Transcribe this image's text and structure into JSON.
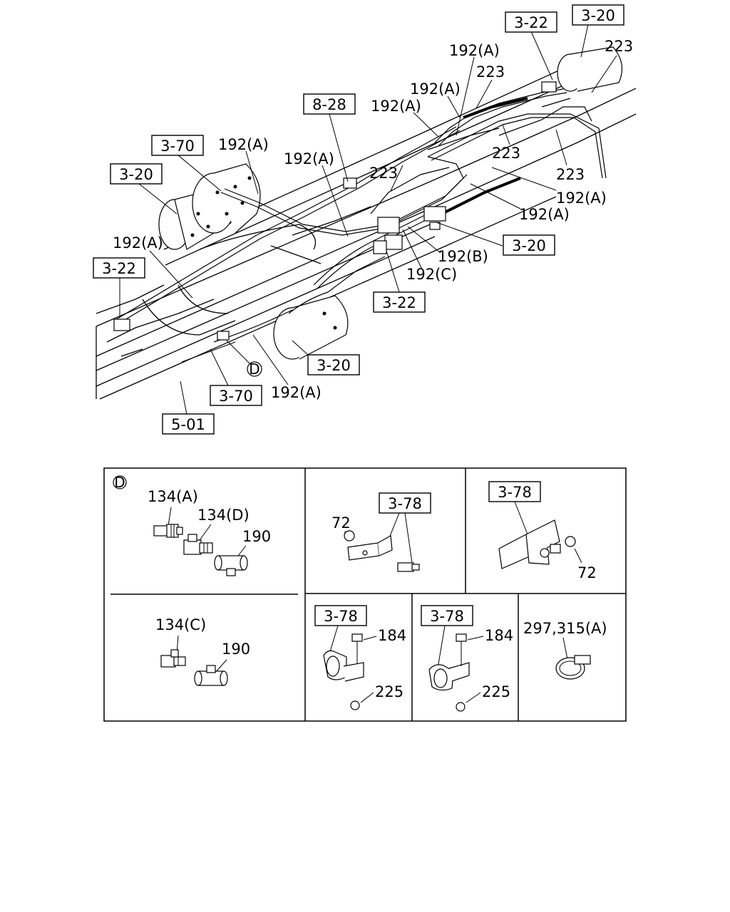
{
  "diagram": {
    "main_refs": {
      "ref_3_22_top": "3-22",
      "ref_3_20_top": "3-20",
      "ref_8_28": "8-28",
      "ref_3_70_left": "3-70",
      "ref_3_20_left": "3-20",
      "ref_3_22_left": "3-22",
      "ref_3_20_right": "3-20",
      "ref_3_22_mid": "3-22",
      "ref_3_20_bottom": "3-20",
      "ref_3_70_bottom": "3-70",
      "ref_5_01": "5-01"
    },
    "main_labels": {
      "l_192a_1": "192(A)",
      "l_223_1": "223",
      "l_223_2": "223",
      "l_192a_2": "192(A)",
      "l_192a_3": "192(A)",
      "l_192a_4": "192(A)",
      "l_192a_5": "192(A)",
      "l_223_3": "223",
      "l_223_4": "223",
      "l_223_5": "223",
      "l_192a_6": "192(A)",
      "l_192a_7": "192(A)",
      "l_192a_8": "192(A)",
      "l_192b": "192(B)",
      "l_192c": "192(C)",
      "l_192a_9": "192(A)",
      "callout_d": "D"
    },
    "detail": {
      "marker_d": "D",
      "p134a": "134(A)",
      "p134d": "134(D)",
      "p190_1": "190",
      "p134c": "134(C)",
      "p190_2": "190",
      "p72_1": "72",
      "ref_3_78_a": "3-78",
      "ref_3_78_b": "3-78",
      "p72_2": "72",
      "ref_3_78_c": "3-78",
      "p184_1": "184",
      "p225_1": "225",
      "ref_3_78_d": "3-78",
      "p184_2": "184",
      "p225_2": "225",
      "p297_315a": "297,315(A)"
    }
  }
}
